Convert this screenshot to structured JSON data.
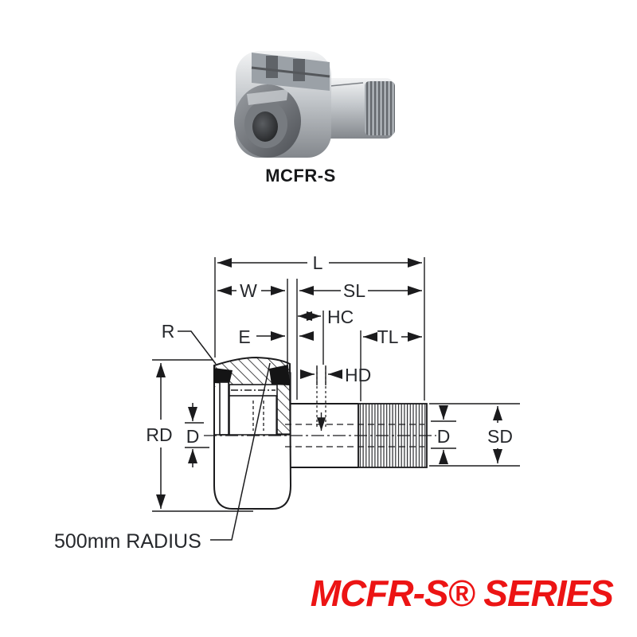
{
  "photo": {
    "caption": "MCFR-S"
  },
  "drawing": {
    "labels": {
      "overall_length": "L",
      "roller_width": "W",
      "stud_length": "SL",
      "hole_center": "HC",
      "end_clearance": "E",
      "thread_length": "TL",
      "hole_diameter": "HD",
      "corner_radius": "R",
      "roller_diameter": "RD",
      "bore_left": "D",
      "bore_right": "D",
      "stud_diameter": "SD"
    },
    "radius_note": "500mm RADIUS"
  },
  "footer": {
    "series_title": "MCFR-S® SERIES",
    "color": "#ec1414"
  }
}
